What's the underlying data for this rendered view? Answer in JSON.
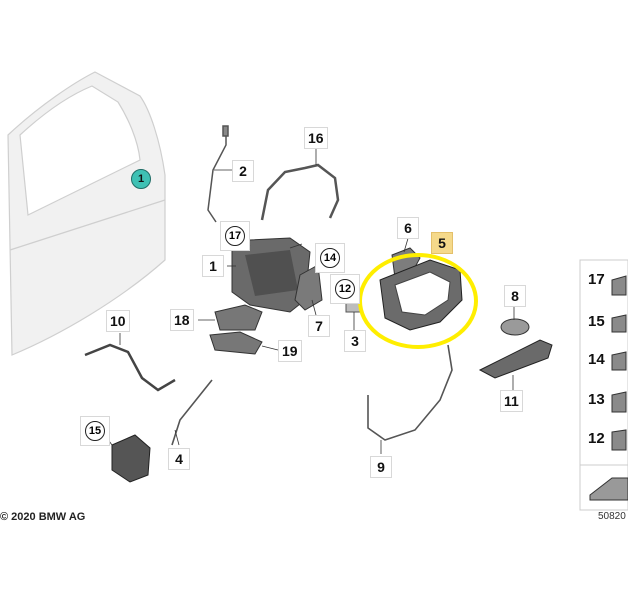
{
  "diagram": {
    "part_labels": {
      "p1": "1",
      "p2": "2",
      "p3": "3",
      "p4": "4",
      "p5": "5",
      "p6": "6",
      "p7": "7",
      "p8": "8",
      "p9": "9",
      "p10": "10",
      "p11": "11",
      "p16": "16",
      "p18": "18",
      "p19": "19"
    },
    "circled_labels": {
      "c1": "1",
      "c12": "12",
      "c14": "14",
      "c15": "15",
      "c17": "17"
    },
    "fastener_panel": [
      "17",
      "15",
      "14",
      "13",
      "12"
    ],
    "copyright": "© 2020 BMW AG",
    "reference_number": "50820",
    "highlight_color": "#ffee00",
    "teal_color": "#3fc1b4"
  }
}
